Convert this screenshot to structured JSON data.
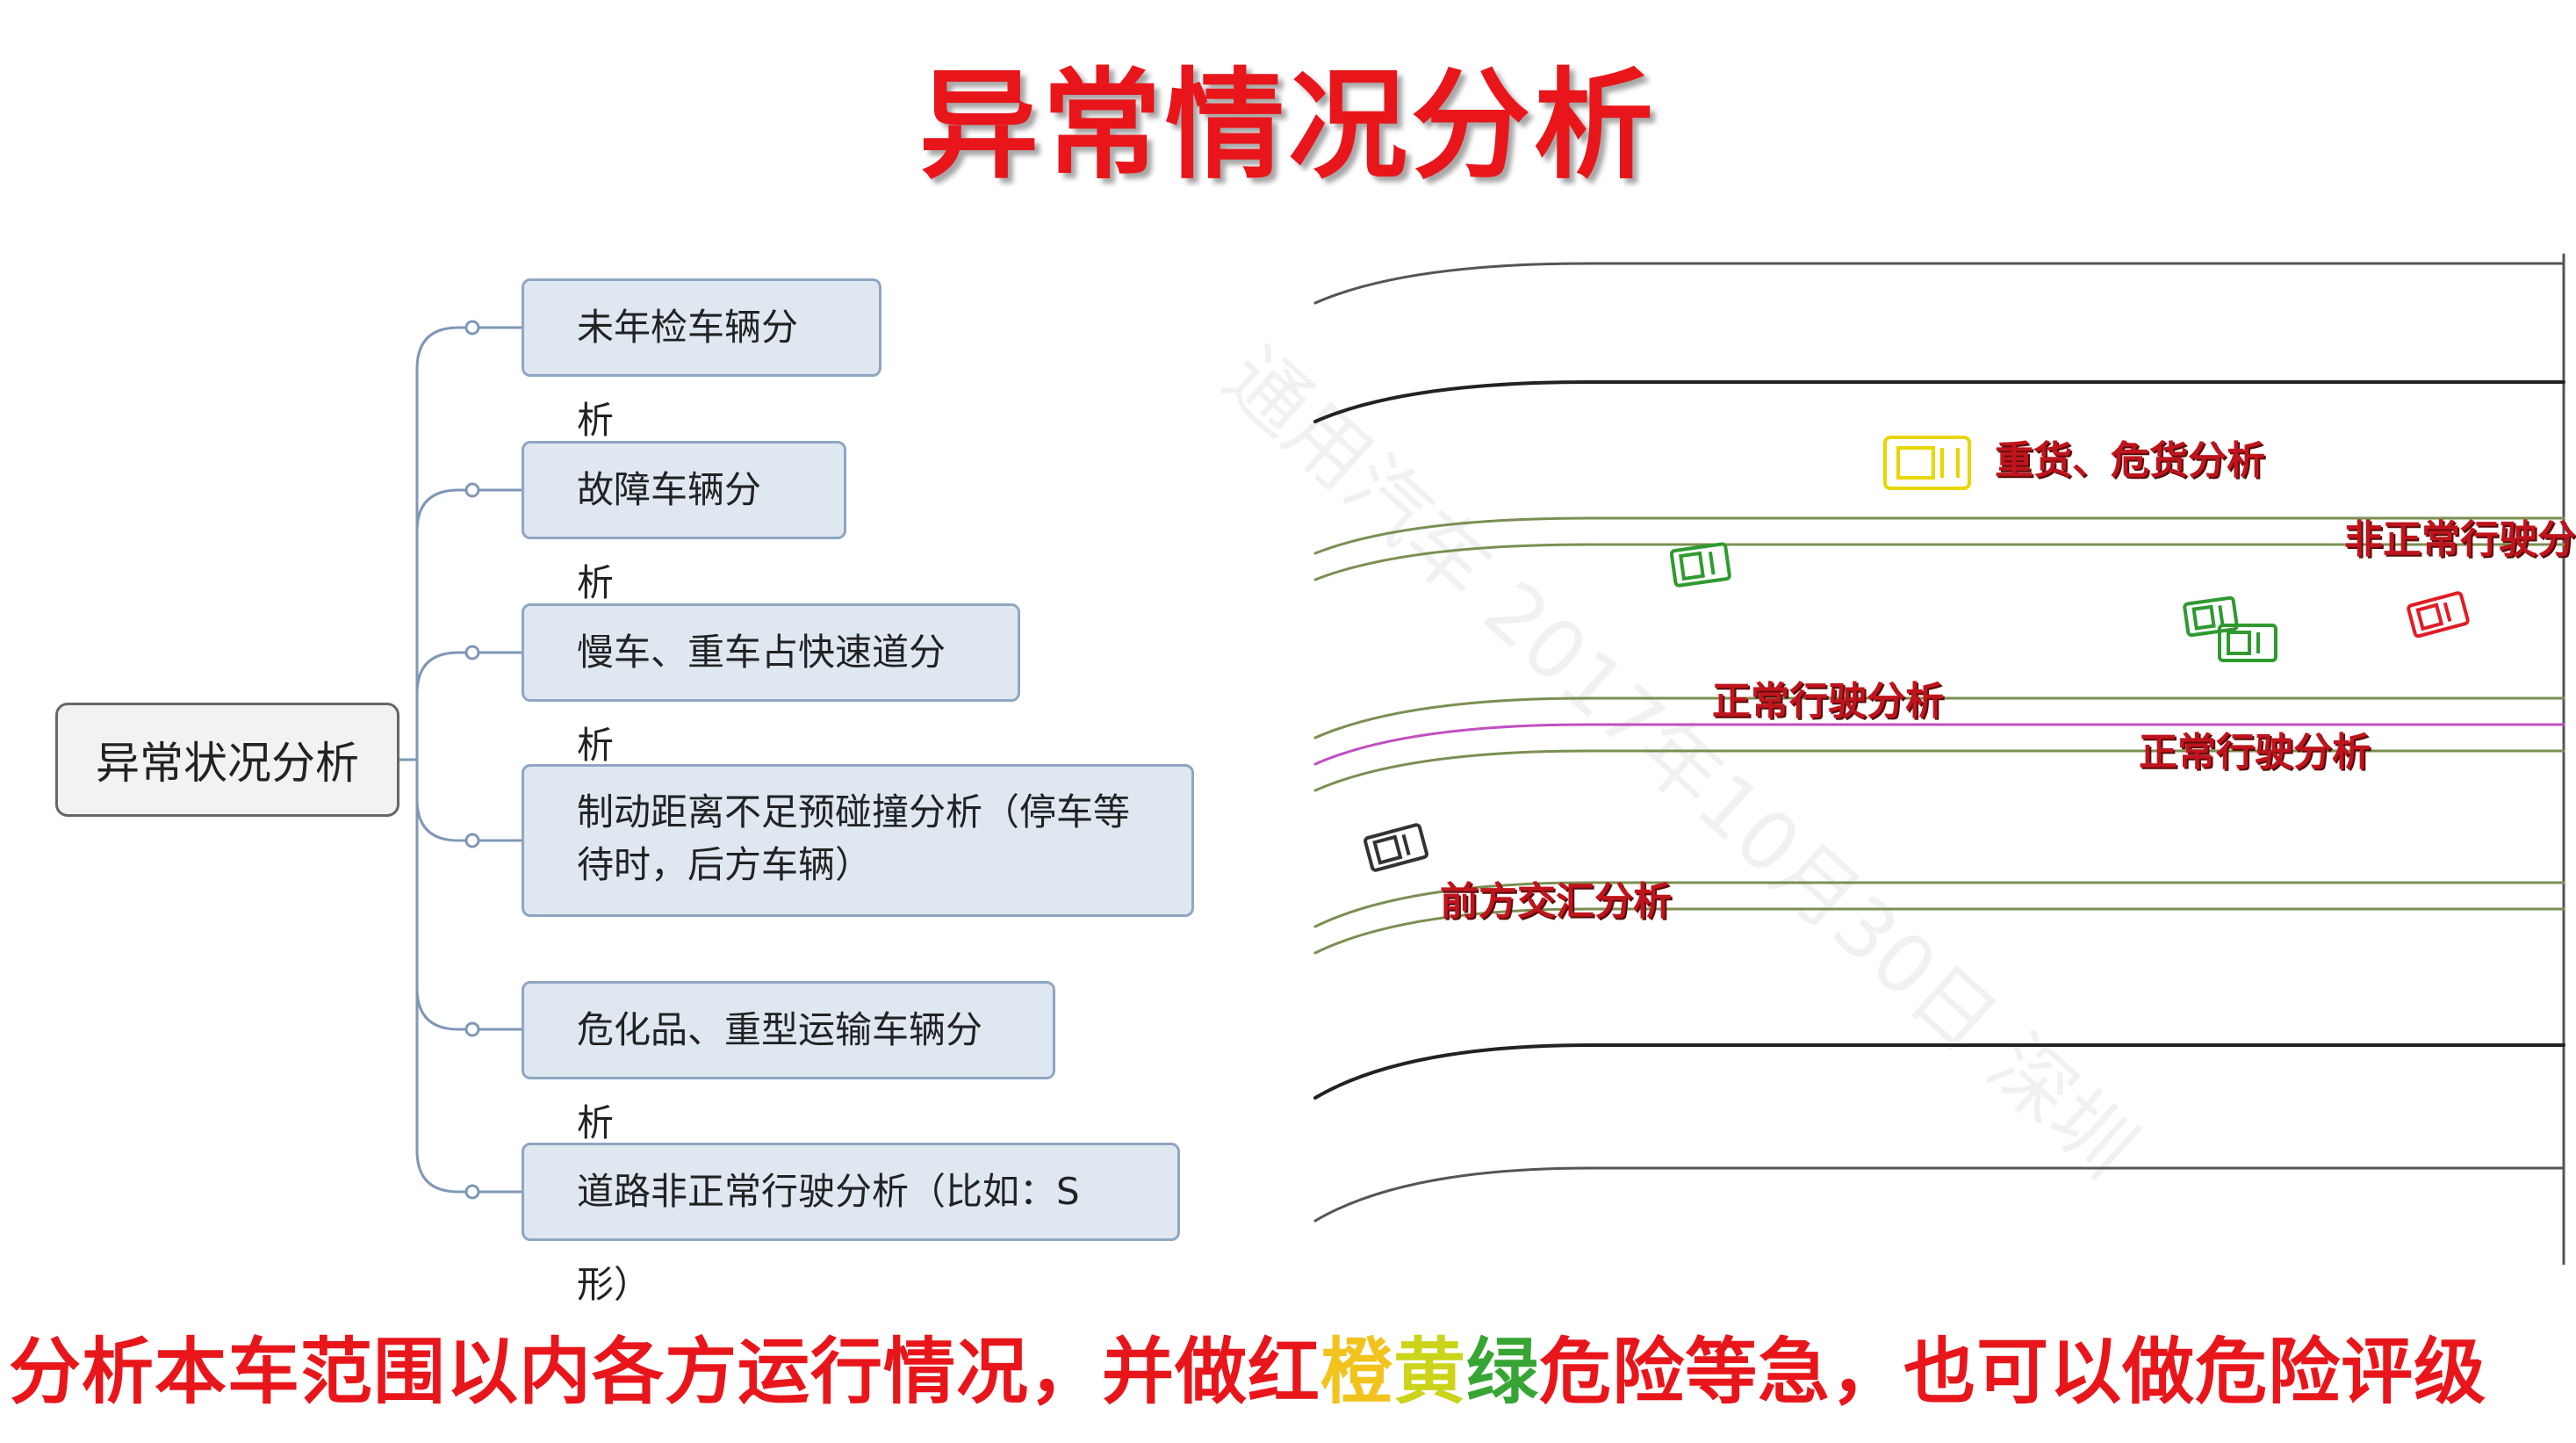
{
  "title": "异常情况分析",
  "mindmap": {
    "root": "异常状况分析",
    "branches": [
      "未年检车辆分析",
      "故障车辆分析",
      "慢车、重车占快速道分析",
      "制动距离不足预碰撞分析（停车等待时，后方车辆）",
      "危化品、重型运输车辆分析",
      "道路非正常行驶分析（比如：S形）"
    ]
  },
  "scene": {
    "labels": [
      "重货、危货分析",
      "非正常行驶分析",
      "正常行驶分析",
      "正常行驶分析",
      "前方交汇分析"
    ],
    "vehicle_colors": {
      "heavy": "#e8d600",
      "normal": "#2f9a2f",
      "abnormal": "#e01c24",
      "merge": "#333333"
    },
    "watermark": "通用汽车 2017年10月30日 深圳"
  },
  "bottom": {
    "part1": "分析本车范围以内各方运行情况，并做红",
    "orange": "橙",
    "yellow": "黄",
    "green": "绿",
    "part2": "危险等急，也可以做危险评级"
  }
}
